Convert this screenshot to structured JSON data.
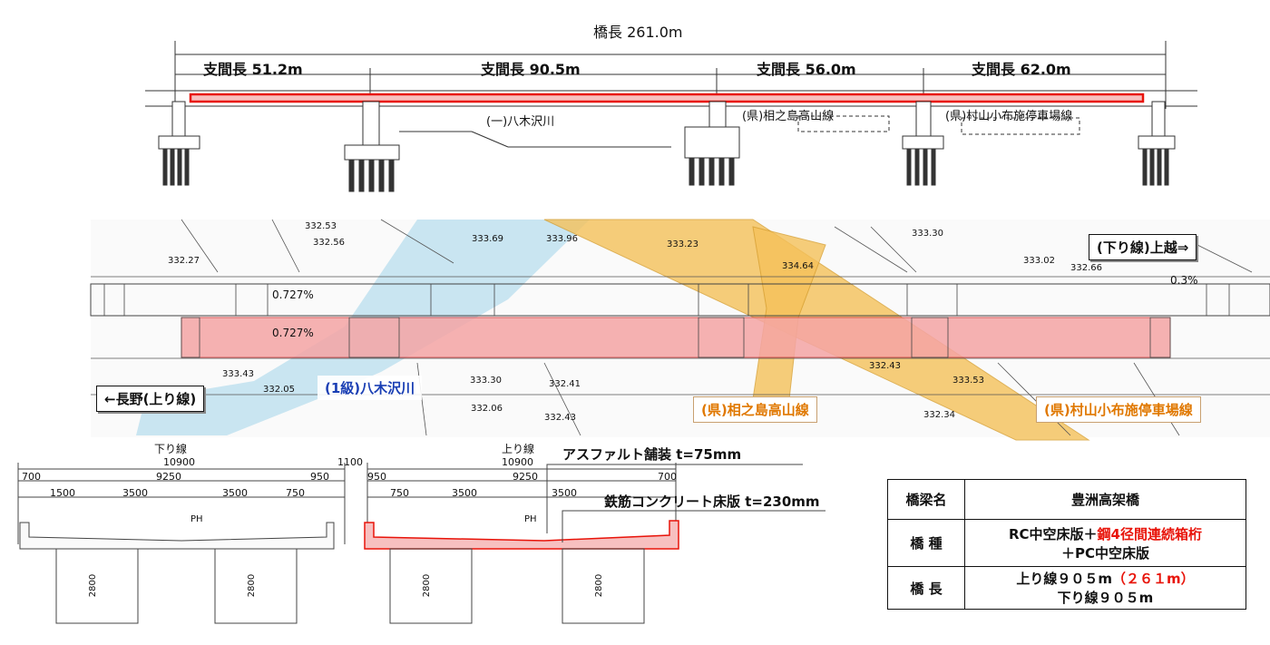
{
  "profile": {
    "bridge_length": "橋長  261.0m",
    "spans": [
      "支間長  51.2m",
      "支間長  90.5m",
      "支間長  56.0m",
      "支間長  62.0m"
    ],
    "river": "(一)八木沢川",
    "road1": "(県)相之島高山線",
    "road2": "(県)村山小布施停車場線"
  },
  "plan": {
    "to_joetsu": "(下り線)上越⇒",
    "to_nagano": "←長野(上り線)",
    "river": "(1級)八木沢川",
    "road1": "(県)相之島高山線",
    "road2": "(県)村山小布施停車場線",
    "slope1": "0.727%",
    "slope2": "0.727%",
    "slope3": "0.3%",
    "elevations": [
      "332.53",
      "332.56",
      "332.27",
      "333.69",
      "333.96",
      "333.23",
      "333.30",
      "333.02",
      "334.64",
      "332.66",
      "333.43",
      "333.30",
      "332.41",
      "332.06",
      "332.43",
      "332.43",
      "333.53",
      "332.34",
      "332.05"
    ]
  },
  "section": {
    "down_line": "下り線",
    "up_line": "上り線",
    "width_total_left": "10900",
    "width_total_right": "10900",
    "gap": "1100",
    "left_dims": [
      "700",
      "9250",
      "950"
    ],
    "left_inner": [
      "1500",
      "3500",
      "3500",
      "750"
    ],
    "right_dims": [
      "950",
      "9250",
      "700"
    ],
    "right_inner": [
      "750",
      "3500",
      "3500"
    ],
    "ph": "PH",
    "pier_height": "2800",
    "asphalt": "アスファルト舗装  t=75mm",
    "slab": "鉄筋コンクリート床版  t=230mm"
  },
  "info": {
    "name_label": "橋梁名",
    "name_value": "豊洲高架橋",
    "type_label": "橋 種",
    "type_value_prefix": "RC中空床版＋",
    "type_value_red": "鋼4径間連続箱桁",
    "type_value_suffix": "＋PC中空床版",
    "length_label": "橋 長",
    "length_up": "上り線９０５m",
    "length_up_red": "（２６１m）",
    "length_down": "下り線９０５m"
  },
  "colors": {
    "highlight_red": "#f5a5a5",
    "red_line": "#e8140a",
    "river_blue": "#bfe0ee",
    "road_orange": "#f5c15a"
  }
}
